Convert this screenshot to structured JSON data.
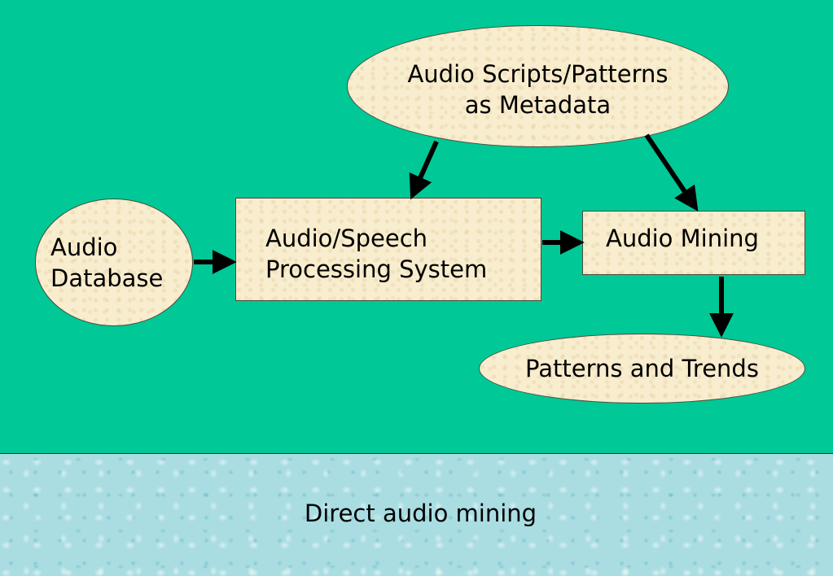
{
  "diagram": {
    "nodes": {
      "audio_database": "Audio\nDatabase",
      "metadata": "Audio Scripts/Patterns\nas Metadata",
      "processing": "Audio/Speech\nProcessing System",
      "mining": "Audio Mining",
      "patterns": "Patterns and Trends"
    }
  },
  "caption": "Direct audio mining",
  "colors": {
    "diagram_background": "#00c896",
    "node_fill": "#f8edce",
    "caption_background": "#a9dde2",
    "arrow": "#000000"
  }
}
